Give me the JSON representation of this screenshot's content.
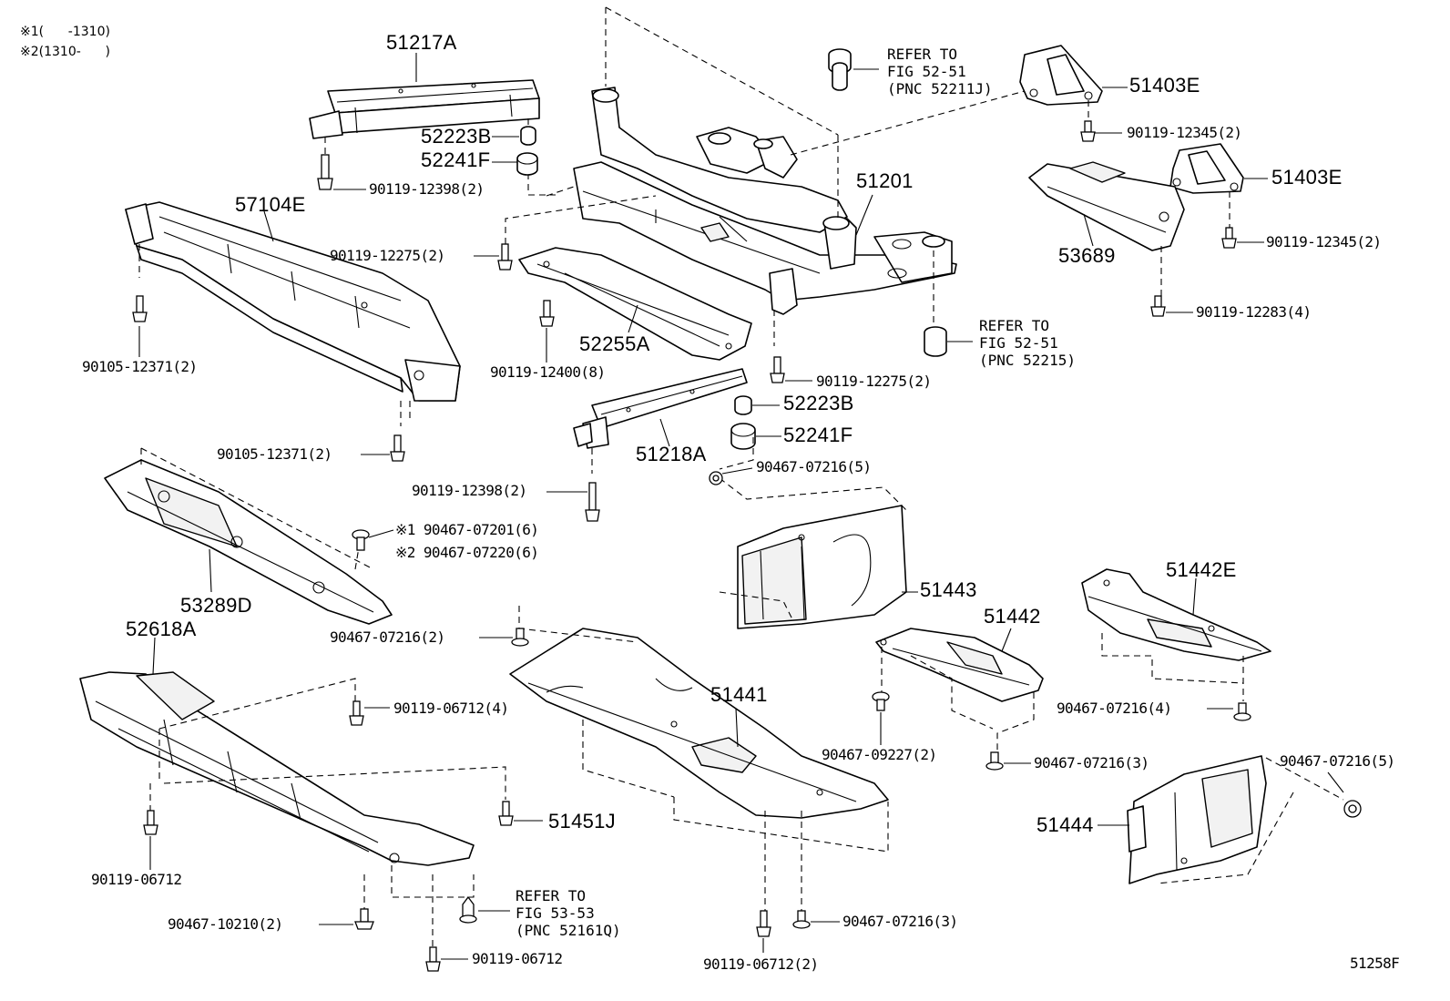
{
  "legend": [
    {
      "mark": "※1",
      "text": "(      -1310)"
    },
    {
      "mark": "※2",
      "text": "(1310-      )"
    }
  ],
  "labels": {
    "p51217A": "51217A",
    "p52223B_top": "52223B",
    "p52241F_top": "52241F",
    "b90119_12398_top": "90119-12398(2)",
    "p57104E": "57104E",
    "b90119_12275_left": "90119-12275(2)",
    "b90105_12371_upper": "90105-12371(2)",
    "b90105_12371_lower": "90105-12371(2)",
    "b90119_12400": "90119-12400(8)",
    "p52255A": "52255A",
    "p51201": "51201",
    "p51403E_top": "51403E",
    "b90119_12345_top": "90119-12345(2)",
    "p51403E_right": "51403E",
    "p53689": "53689",
    "b90119_12345_right": "90119-12345(2)",
    "b90119_12283": "90119-12283(4)",
    "b90119_12275_right": "90119-12275(2)",
    "p52223B_mid": "52223B",
    "p52241F_mid": "52241F",
    "p51218A": "51218A",
    "b90467_07216_5_mid": "90467-07216(5)",
    "b90119_12398_mid": "90119-12398(2)",
    "b90467_07201": "※1 90467-07201(6)",
    "b90467_07220": "※2 90467-07220(6)",
    "p53289D": "53289D",
    "b90467_07216_2": "90467-07216(2)",
    "p52618A": "52618A",
    "b90119_06712_4": "90119-06712(4)",
    "p51443": "51443",
    "p51442E": "51442E",
    "p51442": "51442",
    "p51441": "51441",
    "b90467_07216_4": "90467-07216(4)",
    "b90467_09227": "90467-09227(2)",
    "b90467_07216_3_right": "90467-07216(3)",
    "b90467_07216_5_right": "90467-07216(5)",
    "p51444": "51444",
    "p51451J": "51451J",
    "b90119_06712_left": "90119-06712",
    "b90467_10210": "90467-10210(2)",
    "b90119_06712_bottom": "90119-06712",
    "b90119_06712_2": "90119-06712(2)",
    "b90467_07216_3_bottom": "90467-07216(3)",
    "figure_code": "51258F"
  },
  "refers": {
    "fig_52_51_top": "REFER TO\nFIG 52-51\n(PNC 52211J)",
    "fig_52_51_mid": "REFER TO\nFIG 52-51\n(PNC 52215)",
    "fig_53_53": "REFER TO\nFIG 53-53\n(PNC 52161Q)"
  }
}
